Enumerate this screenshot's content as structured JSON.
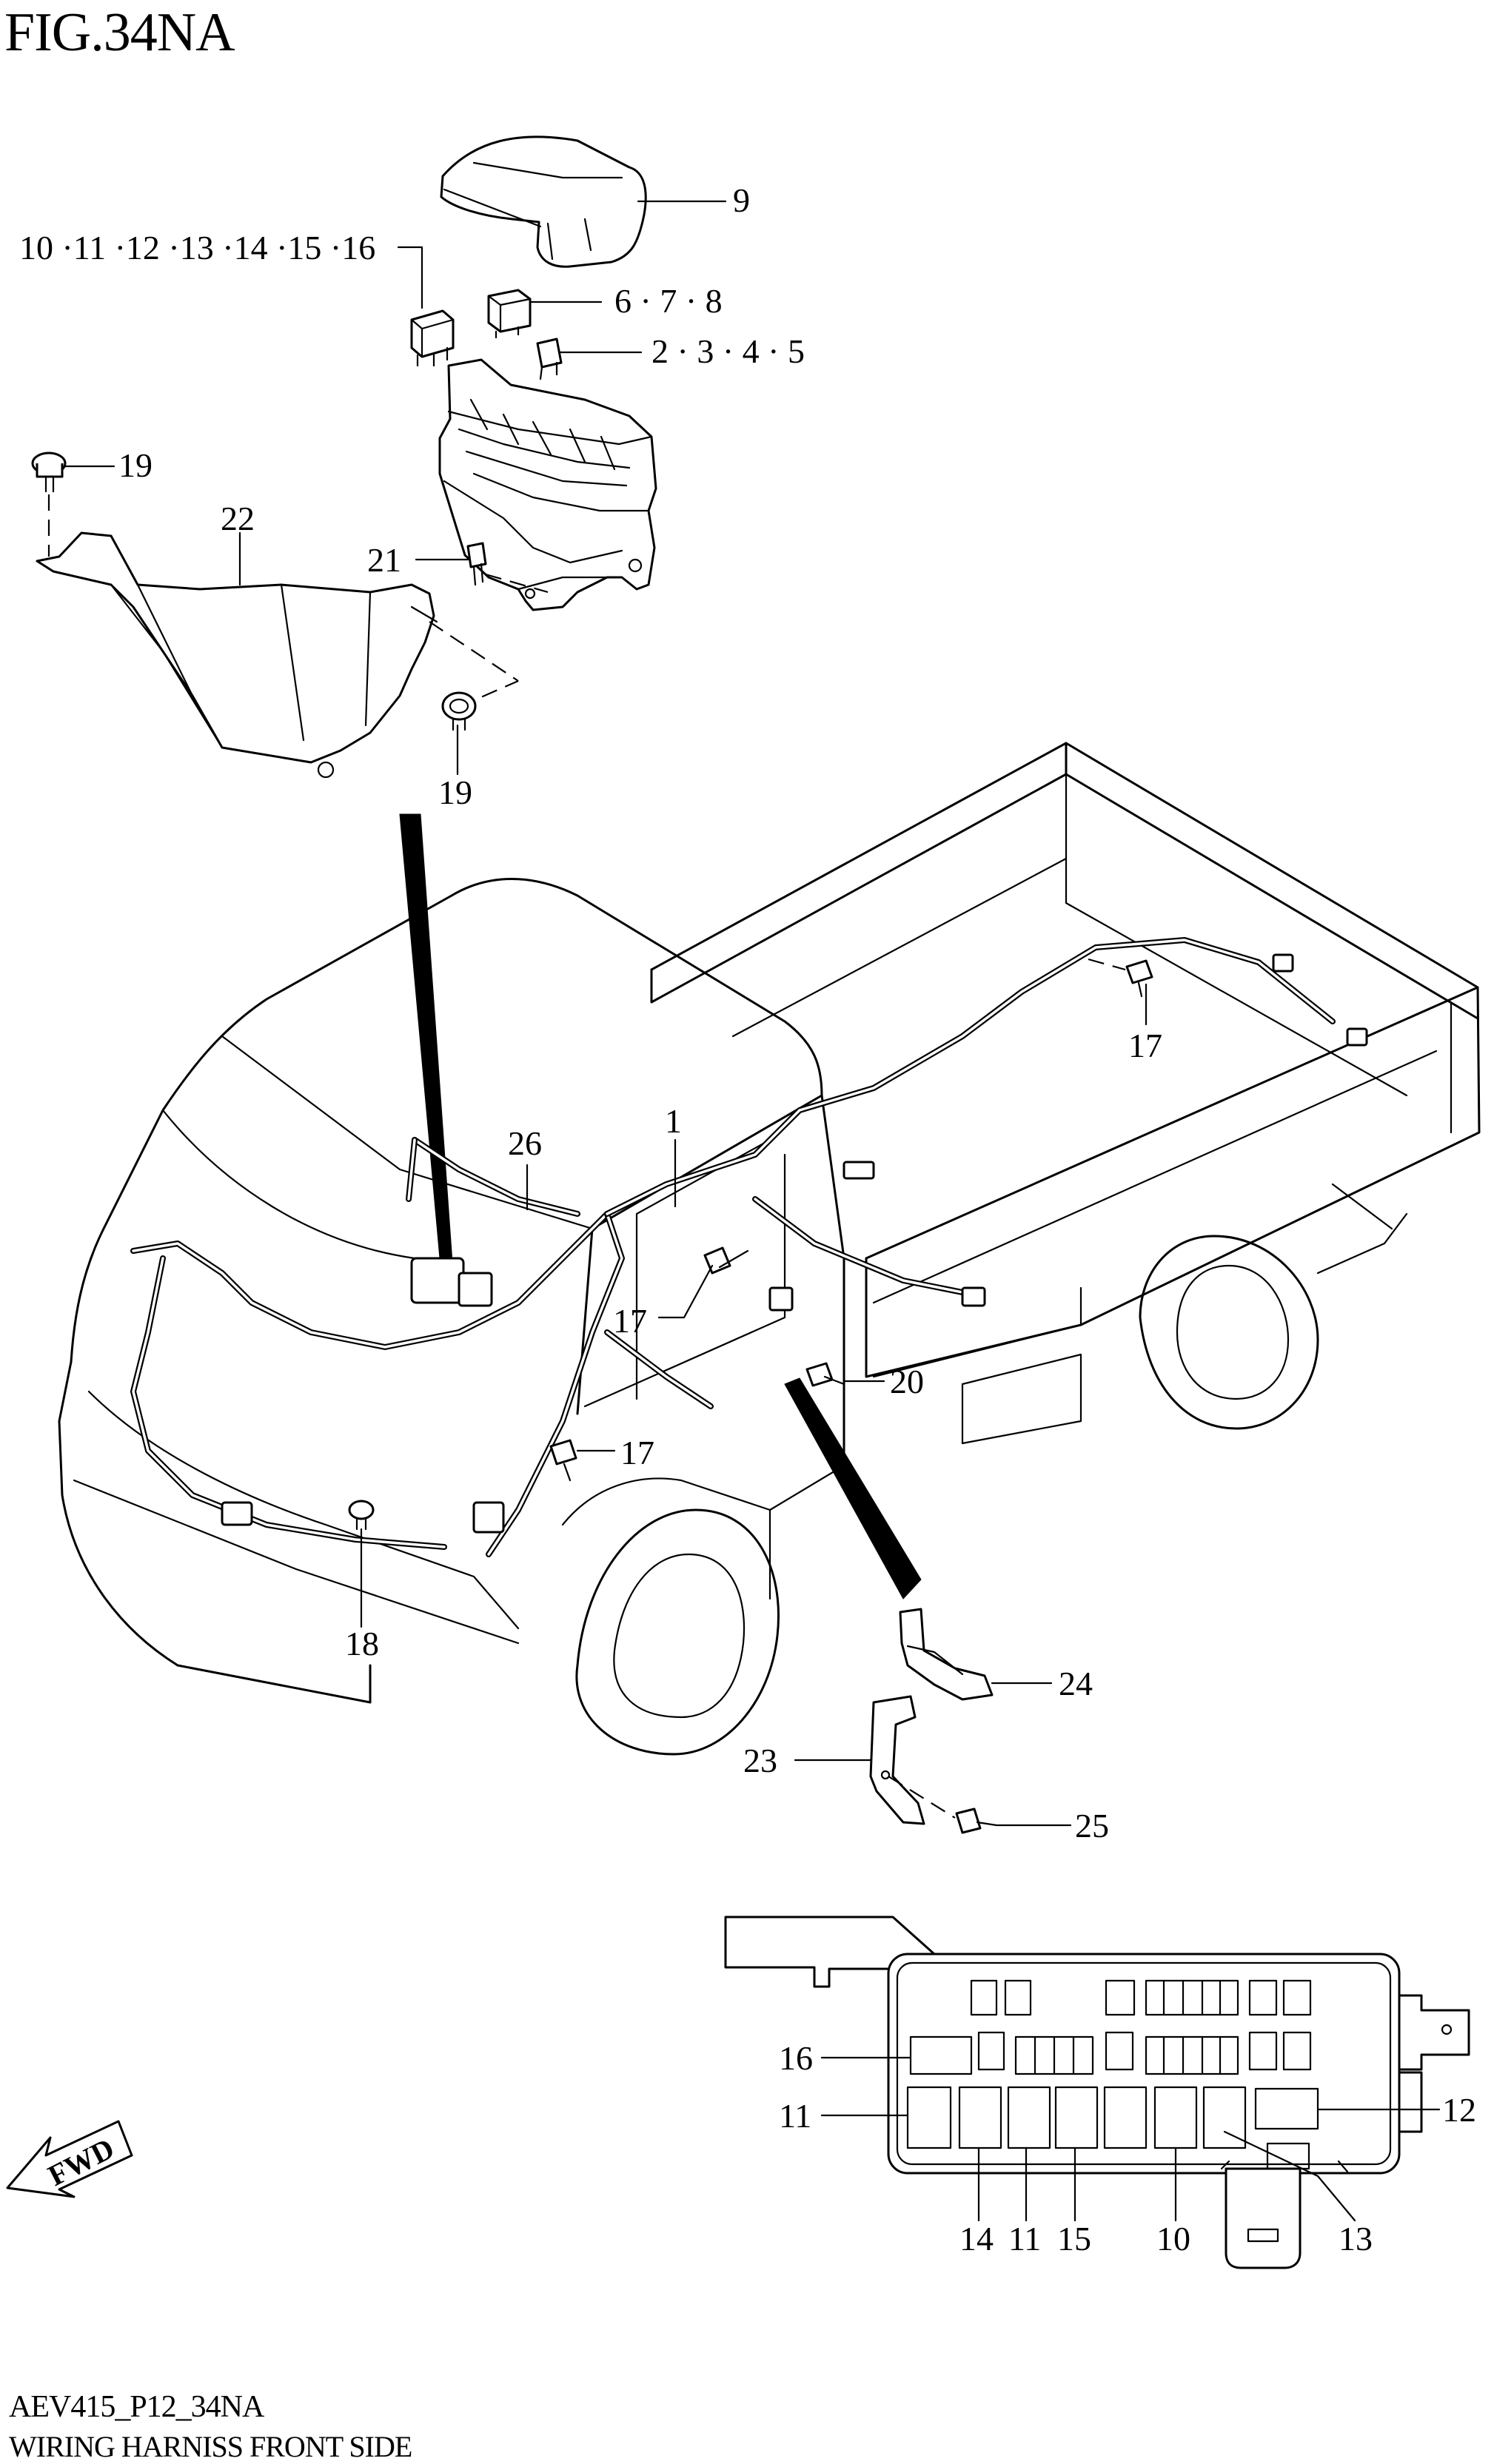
{
  "figure_title": "FIG.34NA",
  "footer": {
    "code": "AEV415_P12_34NA",
    "caption": "WIRING HARNISS FRONT SIDE"
  },
  "callouts": {
    "c1": "1",
    "c9": "9",
    "c2_5": "2 · 3 · 4 · 5",
    "c6_8": "6 · 7 · 8",
    "c10_16": "10 ·11 ·12 ·13 ·14 ·15 ·16",
    "c17_rear": "17",
    "c17_mid": "17",
    "c17_low": "17",
    "c18": "18",
    "c19_top": "19",
    "c19_bottom": "19",
    "c20": "20",
    "c21": "21",
    "c22": "22",
    "c23": "23",
    "c24": "24",
    "c25": "25",
    "c26": "26"
  },
  "fuse_box_callouts": {
    "left_16": "16",
    "left_11": "11",
    "right_12": "12",
    "bottom_14": "14",
    "bottom_11": "11",
    "bottom_15": "15",
    "bottom_10": "10",
    "bottom_13": "13"
  },
  "direction_arrow": {
    "label": "FWD",
    "icon": "forward-direction-arrow-icon"
  }
}
